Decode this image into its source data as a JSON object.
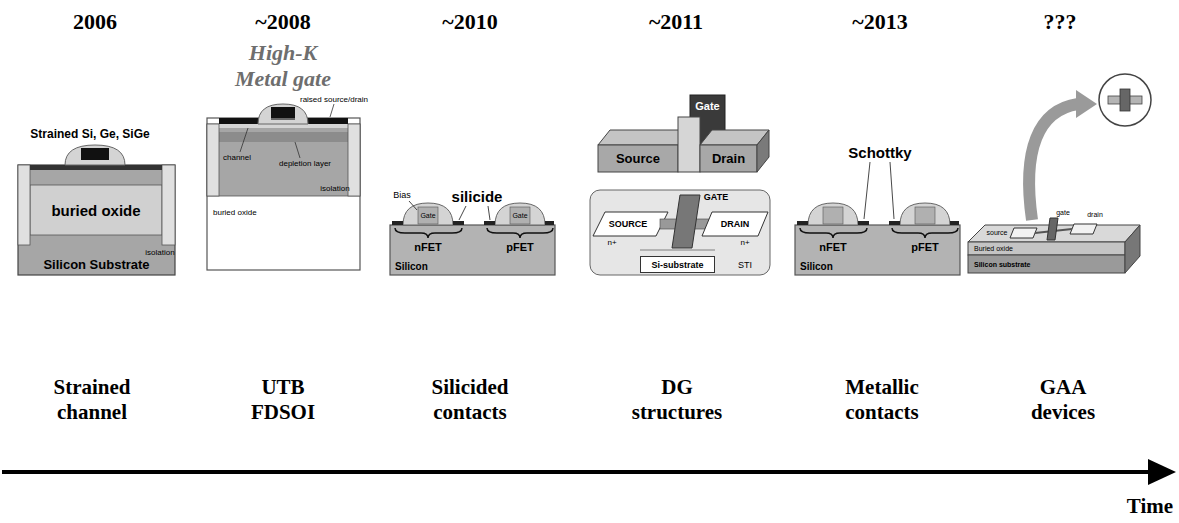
{
  "diagram": {
    "nodes": [
      {
        "text": [
          "Silicon Substrate"
        ]
      },
      {
        "text": [
          "buried oxide"
        ],
        "in": 0
      },
      {
        "text": [
          "buried oxide"
        ]
      },
      {
        "text": [
          "Silicon"
        ]
      },
      {
        "text": [
          "Gate"
        ]
      },
      {
        "text": [
          "Source"
        ]
      },
      {
        "text": [
          "Drain"
        ]
      },
      {
        "text": [
          "Si-substrate"
        ]
      },
      {
        "text": [
          "Silicon"
        ]
      },
      {
        "text": [
          "Buried oxide"
        ]
      },
      {
        "text": [
          "Silicon substrate"
        ]
      }
    ],
    "labels": [
      "2006",
      "~2008",
      "~2010",
      "~2011",
      "~2013",
      "???",
      "High-K Metal gate",
      "Strained Si, Ge, SiGe",
      "isolation",
      "raised source/drain",
      "channel",
      "depletion layer",
      "isolation",
      "Bias",
      "silicide",
      "Gate",
      "Gate",
      "nFET",
      "pFET",
      "GATE",
      "SOURCE",
      "DRAIN",
      "n+",
      "n+",
      "STI",
      "Schottky",
      "nFET",
      "pFET",
      "drain",
      "gate",
      "source",
      "Strained channel",
      "UTB FDSOI",
      "Silicided contacts",
      "DG structures",
      "Metallic contacts",
      "GAA devices",
      "Time"
    ]
  }
}
